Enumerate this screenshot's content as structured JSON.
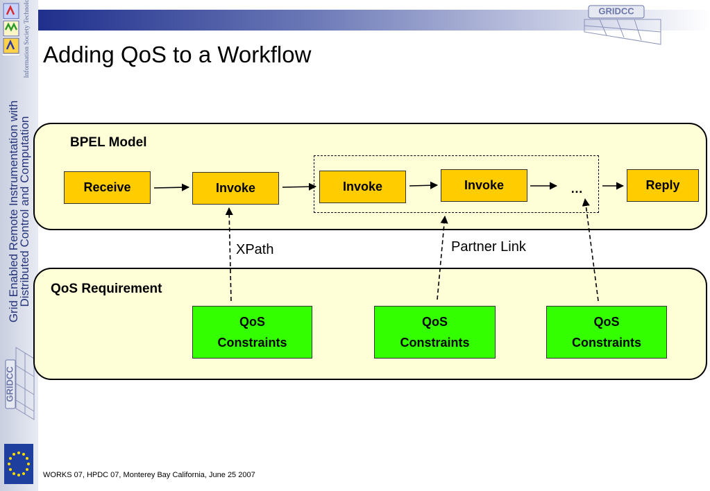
{
  "slide": {
    "title": "Adding QoS to a Workflow",
    "footer": "WORKS 07, HPDC 07, Monterey Bay California, June 25 2007"
  },
  "sidebar": {
    "ist_caption": "Information Society Technologies",
    "project_title_line1": "Grid Enabled Remote Instrumentation with",
    "project_title_line2": "Distributed Control and Computation",
    "logo_text": "GRIDCC"
  },
  "header": {
    "logo_text": "GRIDCC"
  },
  "bpel": {
    "label": "BPEL Model",
    "tasks": [
      "Receive",
      "Invoke",
      "Invoke",
      "Invoke",
      "Reply"
    ],
    "ellipsis": "…"
  },
  "qos": {
    "label": "QoS Requirement",
    "constraints": [
      {
        "line1": "QoS",
        "line2": "Constraints"
      },
      {
        "line1": "QoS",
        "line2": "Constraints"
      },
      {
        "line1": "QoS",
        "line2": "Constraints"
      }
    ]
  },
  "links": {
    "xpath": "XPath",
    "partner": "Partner Link"
  },
  "colors": {
    "task_fill": "#ffcc00",
    "constraint_fill": "#33ff00",
    "panel_fill": "#ffffd7",
    "bar_dark": "#1f2f8c",
    "side_text": "#27357a"
  }
}
